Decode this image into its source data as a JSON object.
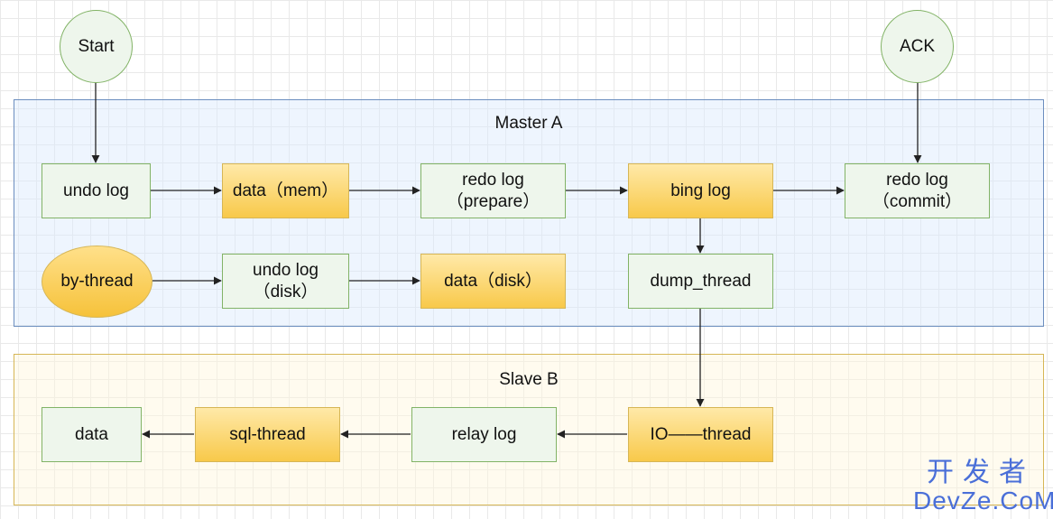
{
  "containers": {
    "master": "Master A",
    "slave": "Slave B"
  },
  "nodes": {
    "start": "Start",
    "ack": "ACK",
    "undo_log": "undo log",
    "data_mem": "data（mem）",
    "redo_prepare": "redo log\n（prepare）",
    "bing_log": "bing log",
    "redo_commit": "redo log\n（commit）",
    "by_thread": "by-thread",
    "undo_disk": "undo log\n（disk）",
    "data_disk": "data（disk）",
    "dump_thread": "dump_thread",
    "io_thread": "IO——thread",
    "relay_log": "relay log",
    "sql_thread": "sql-thread",
    "data": "data"
  },
  "watermark": {
    "cn": "开发者",
    "en": "DevZe.CoM"
  }
}
